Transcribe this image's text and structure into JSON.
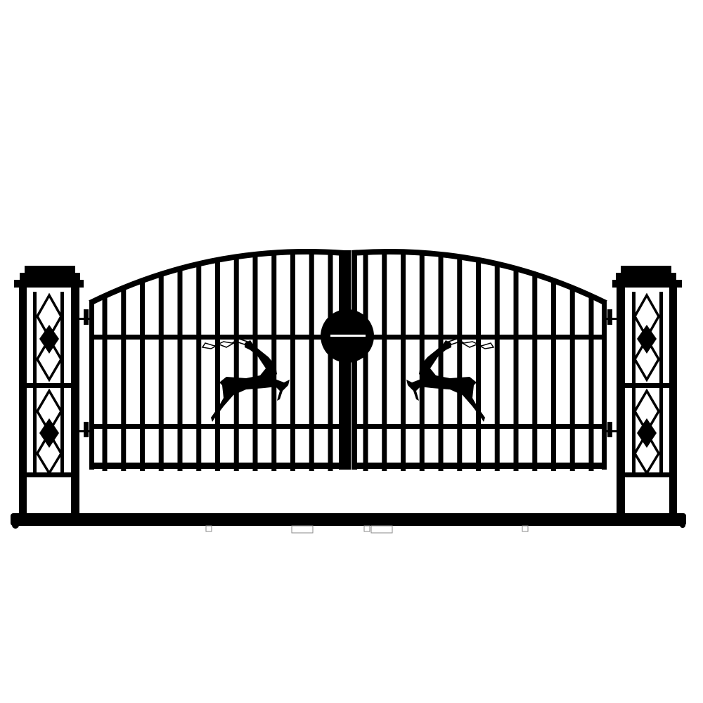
{
  "colors": {
    "ironwork": "#000000",
    "background": "#ffffff"
  },
  "gate": {
    "leaves": 2,
    "pickets_per_leaf": 13,
    "ornament": "leaping-deer"
  }
}
